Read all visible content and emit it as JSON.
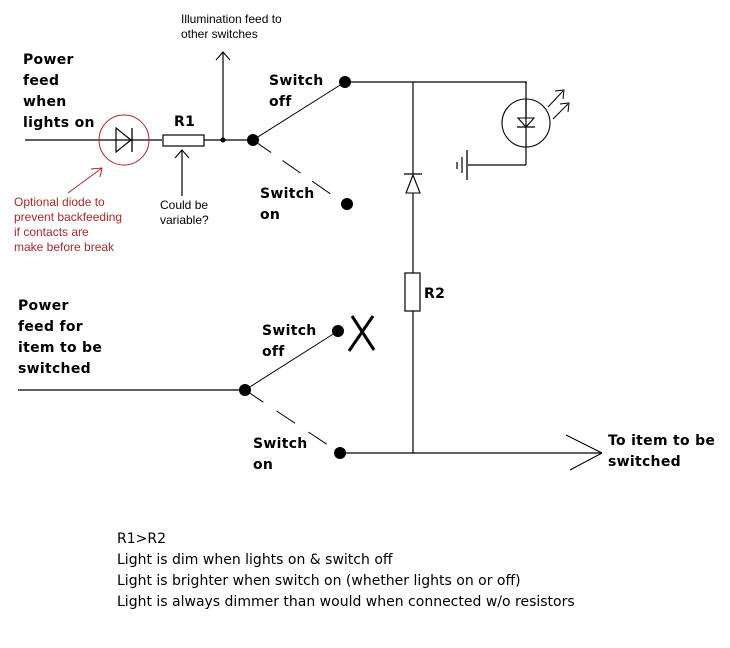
{
  "labels": {
    "power_feed_lights": "Power\nfeed\nwhen\nlights on",
    "r1": "R1",
    "r2": "R2",
    "illumination_feed": "Illumination feed to\nother switches",
    "could_be_variable": "Could be\nvariable?",
    "optional_diode": "Optional diode to\nprevent backfeeding\nif contacts are\nmake before break",
    "top_switch_off": "Switch\noff",
    "top_switch_on": "Switch\non",
    "power_feed_item": "Power\nfeed for\nitem to be\nswitched",
    "bottom_switch_off": "Switch\noff",
    "bottom_switch_on": "Switch\non",
    "to_item": "To item to be\nswitched"
  },
  "notes": [
    "R1>R2",
    "Light is dim when lights on & switch off",
    "Light is brighter when switch on (whether lights on or off)",
    "Light is always dimmer than would when connected w/o resistors"
  ],
  "colors": {
    "wire": "#000000",
    "annotation": "#a52a2a"
  }
}
